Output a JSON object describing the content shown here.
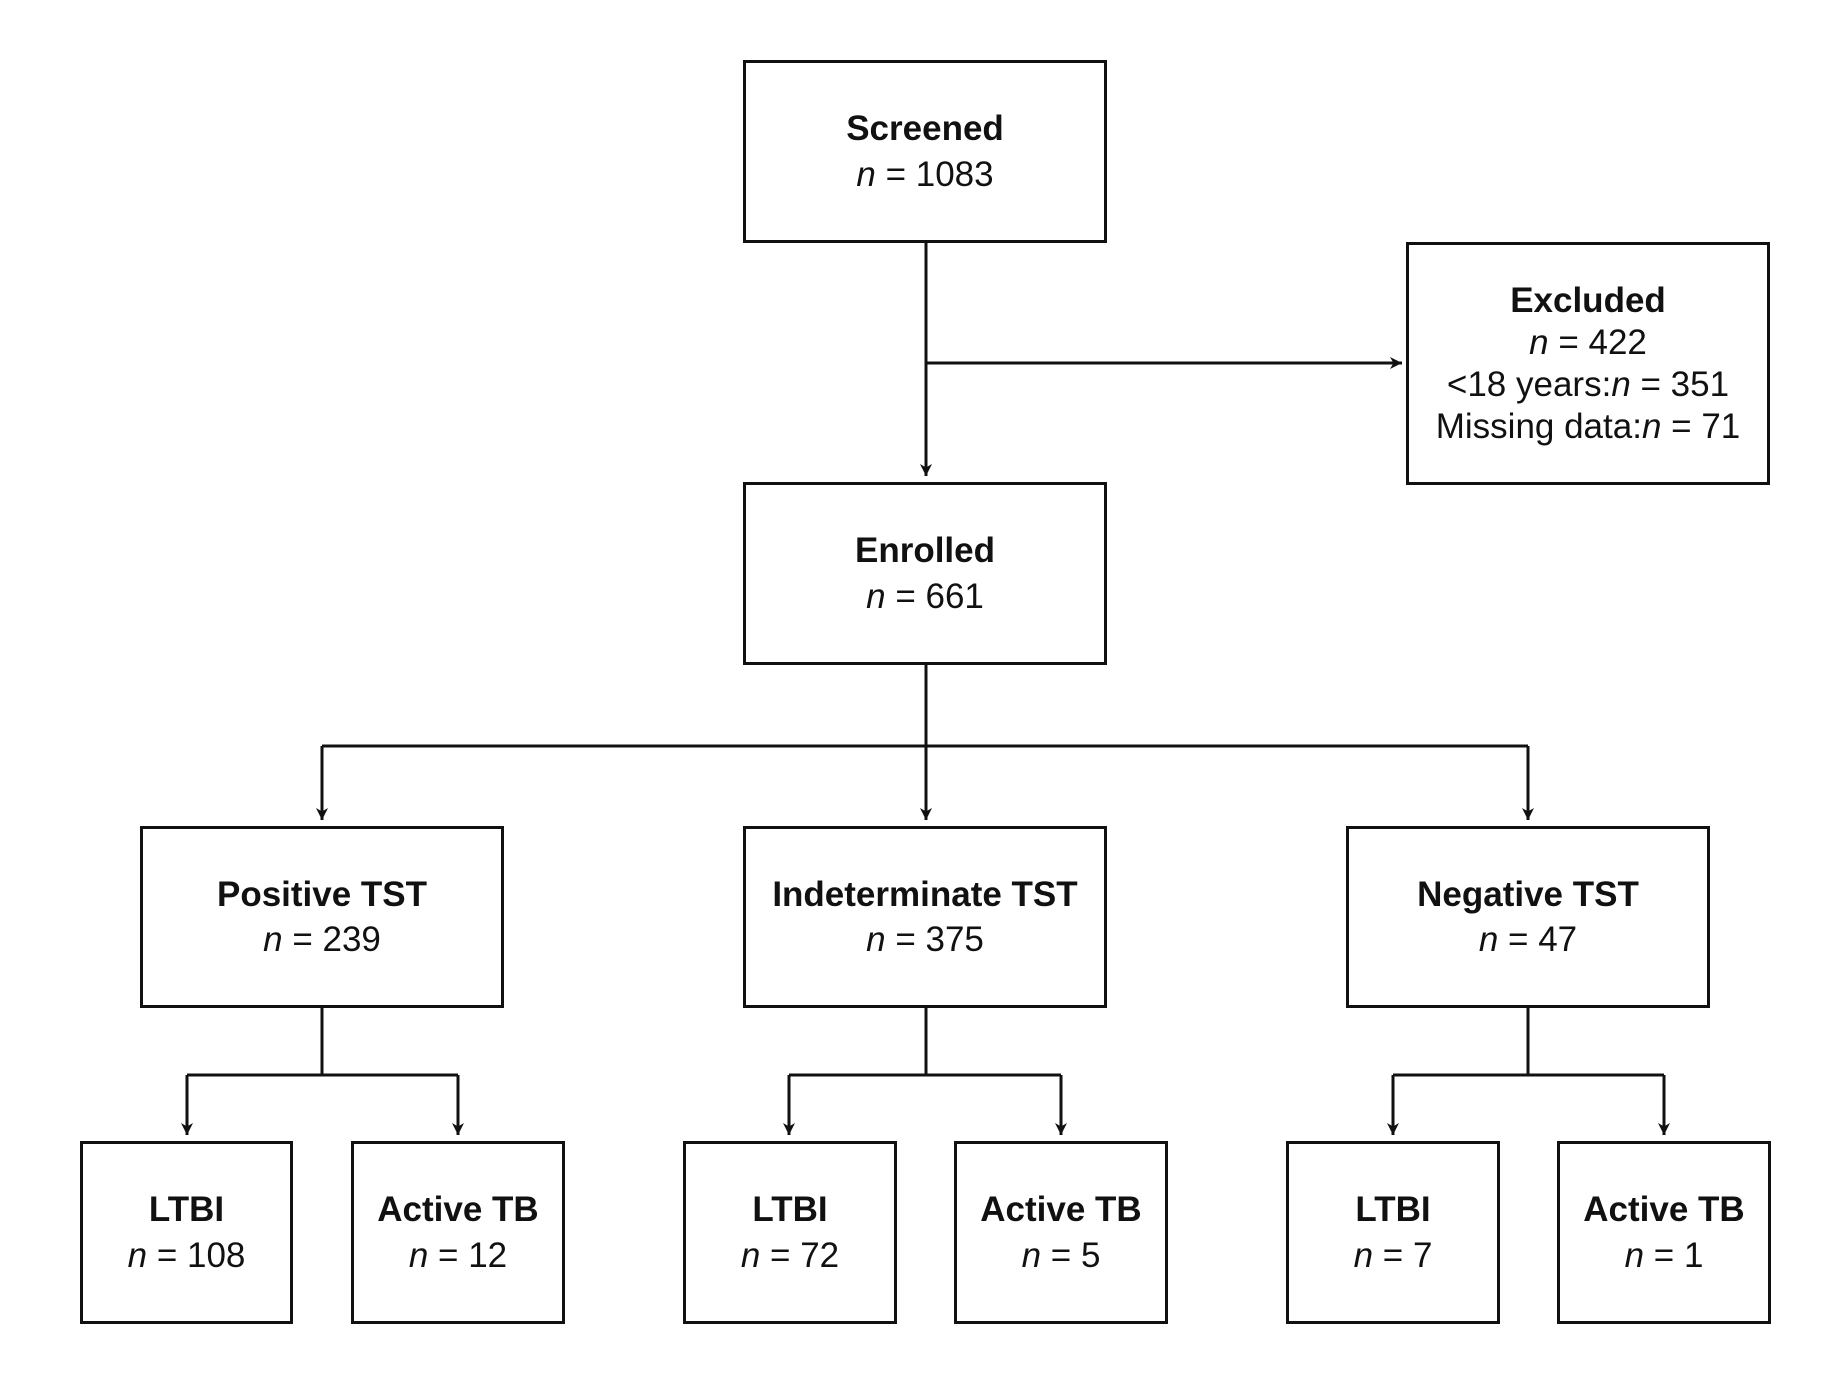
{
  "nodes": {
    "screened": {
      "title": "Screened",
      "n_label": "n",
      "count": "= 1083"
    },
    "excluded": {
      "title": "Excluded",
      "n_label": "n",
      "count": "= 422",
      "under18_label": "<18 years:",
      "under18_n": "n",
      "under18_count": "= 351",
      "missing_label": "Missing data:",
      "missing_n": "n",
      "missing_count": "= 71"
    },
    "enrolled": {
      "title": "Enrolled",
      "n_label": "n",
      "count": "= 661"
    },
    "positive_tst": {
      "title": "Positive TST",
      "n_label": "n",
      "count": "= 239"
    },
    "indeterminate_tst": {
      "title": "Indeterminate TST",
      "n_label": "n",
      "count": "= 375"
    },
    "negative_tst": {
      "title": "Negative TST",
      "n_label": "n",
      "count": "= 47"
    },
    "positive_ltbi": {
      "title": "LTBI",
      "n_label": "n",
      "count": "= 108"
    },
    "positive_active": {
      "title": "Active TB",
      "n_label": "n",
      "count": "= 12"
    },
    "indeterminate_ltbi": {
      "title": "LTBI",
      "n_label": "n",
      "count": "= 72"
    },
    "indeterminate_active": {
      "title": "Active TB",
      "n_label": "n",
      "count": "= 5"
    },
    "negative_ltbi": {
      "title": "LTBI",
      "n_label": "n",
      "count": "= 7"
    },
    "negative_active": {
      "title": "Active TB",
      "n_label": "n",
      "count": "= 1"
    }
  }
}
